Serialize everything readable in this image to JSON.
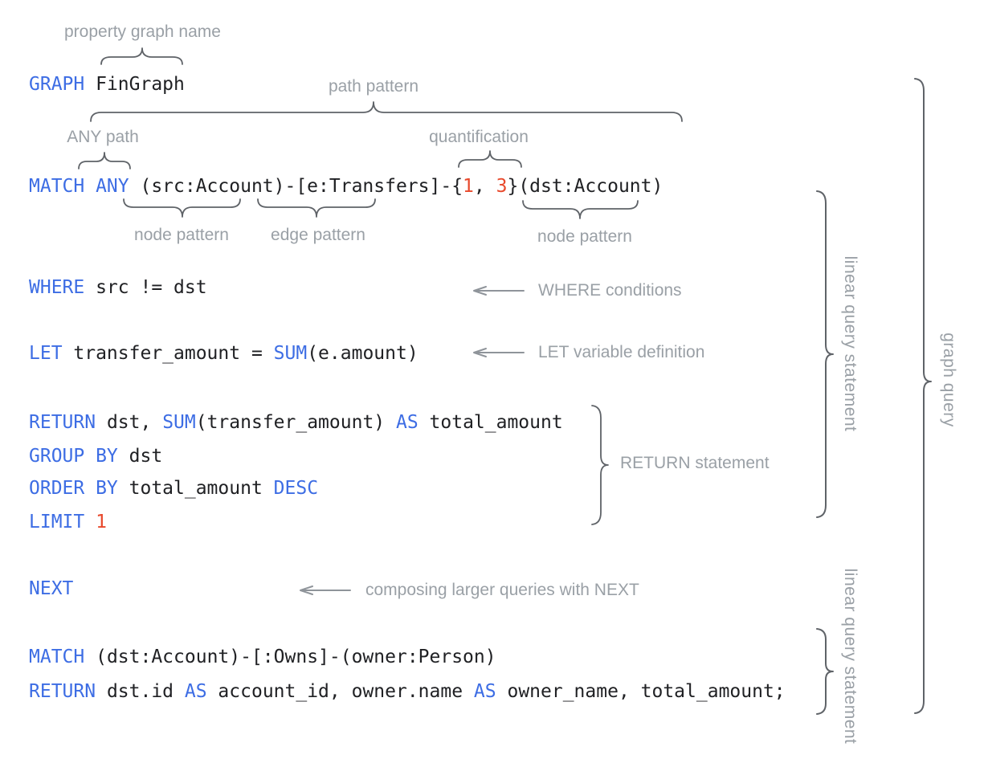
{
  "colors": {
    "keyword": "#3d6de4",
    "literal": "#e8492c",
    "code": "#202124",
    "label": "#9aa0a6",
    "brace": "#5f6368",
    "arrow": "#8f949a"
  },
  "code": {
    "lines": [
      {
        "name": "graph-clause",
        "tokens": [
          {
            "text": "GRAPH",
            "type": "kw"
          },
          {
            "text": " FinGraph",
            "type": "pl"
          }
        ]
      },
      {
        "name": "match-clause-1",
        "tokens": [
          {
            "text": "MATCH ANY",
            "type": "kw"
          },
          {
            "text": " (src:Account)-[e:Transfers]-{",
            "type": "pl"
          },
          {
            "text": "1",
            "type": "num"
          },
          {
            "text": ", ",
            "type": "pl"
          },
          {
            "text": "3",
            "type": "num"
          },
          {
            "text": "}(dst:Account)",
            "type": "pl"
          }
        ]
      },
      {
        "name": "where-clause",
        "tokens": [
          {
            "text": "WHERE",
            "type": "kw"
          },
          {
            "text": " src != dst",
            "type": "pl"
          }
        ]
      },
      {
        "name": "let-clause",
        "tokens": [
          {
            "text": "LET",
            "type": "kw"
          },
          {
            "text": " transfer_amount = ",
            "type": "pl"
          },
          {
            "text": "SUM",
            "type": "kw"
          },
          {
            "text": "(e.amount)",
            "type": "pl"
          }
        ]
      },
      {
        "name": "return-clause-1",
        "tokens": [
          {
            "text": "RETURN",
            "type": "kw"
          },
          {
            "text": " dst, ",
            "type": "pl"
          },
          {
            "text": "SUM",
            "type": "kw"
          },
          {
            "text": "(transfer_amount) ",
            "type": "pl"
          },
          {
            "text": "AS",
            "type": "kw"
          },
          {
            "text": " total_amount",
            "type": "pl"
          }
        ]
      },
      {
        "name": "group-by-clause",
        "tokens": [
          {
            "text": "GROUP BY",
            "type": "kw"
          },
          {
            "text": " dst",
            "type": "pl"
          }
        ]
      },
      {
        "name": "order-by-clause",
        "tokens": [
          {
            "text": "ORDER BY",
            "type": "kw"
          },
          {
            "text": " total_amount ",
            "type": "pl"
          },
          {
            "text": "DESC",
            "type": "kw"
          }
        ]
      },
      {
        "name": "limit-clause",
        "tokens": [
          {
            "text": "LIMIT",
            "type": "kw"
          },
          {
            "text": " ",
            "type": "pl"
          },
          {
            "text": "1",
            "type": "num"
          }
        ]
      },
      {
        "name": "next-clause",
        "tokens": [
          {
            "text": "NEXT",
            "type": "kw"
          }
        ]
      },
      {
        "name": "match-clause-2",
        "tokens": [
          {
            "text": "MATCH",
            "type": "kw"
          },
          {
            "text": " (dst:Account)-[:Owns]-(owner:Person)",
            "type": "pl"
          }
        ]
      },
      {
        "name": "return-clause-2",
        "tokens": [
          {
            "text": "RETURN",
            "type": "kw"
          },
          {
            "text": " dst.id ",
            "type": "pl"
          },
          {
            "text": "AS",
            "type": "kw"
          },
          {
            "text": " account_id, owner.name ",
            "type": "pl"
          },
          {
            "text": "AS",
            "type": "kw"
          },
          {
            "text": " owner_name, total_amount;",
            "type": "pl"
          }
        ]
      }
    ]
  },
  "annotations": {
    "property_graph_name": "property graph name",
    "path_pattern": "path pattern",
    "any_path": "ANY path",
    "quantification": "quantification",
    "node_pattern_left": "node pattern",
    "edge_pattern": "edge pattern",
    "node_pattern_right": "node pattern",
    "where_conditions": "WHERE conditions",
    "let_variable_definition": "LET variable definition",
    "return_statement": "RETURN statement",
    "composing_next": "composing larger queries with NEXT",
    "linear_query_statement_top": "linear query statement",
    "linear_query_statement_bottom": "linear query statement",
    "graph_query": "graph query"
  }
}
